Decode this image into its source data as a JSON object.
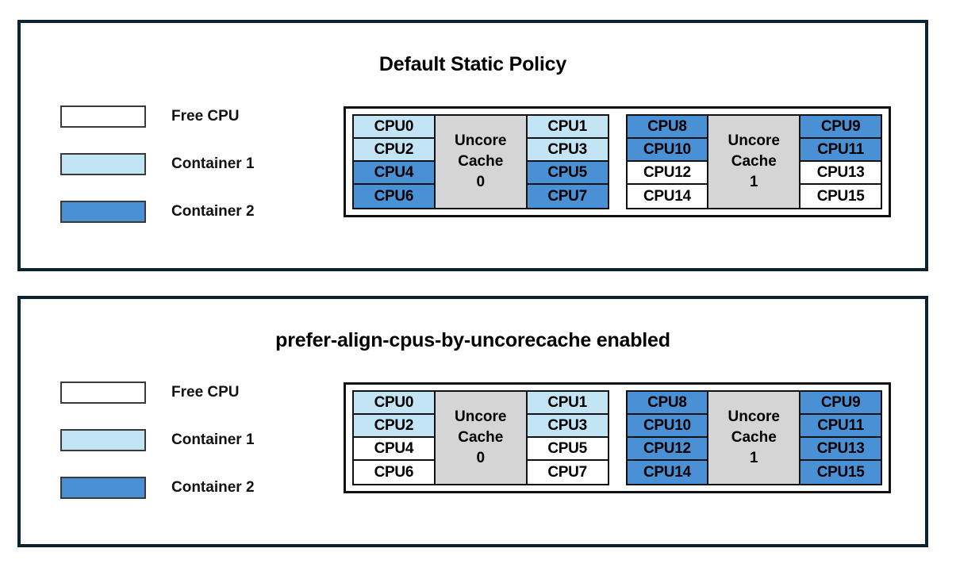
{
  "colors": {
    "free_cpu": "#ffffff",
    "container_1": "#c3e4f4",
    "container_2": "#4a90d4",
    "uncore_cache": "#d5d5d5",
    "border": "#111111",
    "panel_border": "#0b2230"
  },
  "legend": {
    "items": [
      {
        "label": "Free CPU",
        "fill": "free"
      },
      {
        "label": "Container 1",
        "fill": "c1"
      },
      {
        "label": "Container 2",
        "fill": "c2"
      }
    ]
  },
  "panels": [
    {
      "title": "Default Static Policy",
      "groups": [
        {
          "cache_label_line1": "Uncore",
          "cache_label_line2": "Cache",
          "cache_label_line3": "0",
          "left_column": [
            {
              "label": "CPU0",
              "fill": "c1"
            },
            {
              "label": "CPU2",
              "fill": "c1"
            },
            {
              "label": "CPU4",
              "fill": "c2"
            },
            {
              "label": "CPU6",
              "fill": "c2"
            }
          ],
          "right_column": [
            {
              "label": "CPU1",
              "fill": "c1"
            },
            {
              "label": "CPU3",
              "fill": "c1"
            },
            {
              "label": "CPU5",
              "fill": "c2"
            },
            {
              "label": "CPU7",
              "fill": "c2"
            }
          ]
        },
        {
          "cache_label_line1": "Uncore",
          "cache_label_line2": "Cache",
          "cache_label_line3": "1",
          "left_column": [
            {
              "label": "CPU8",
              "fill": "c2"
            },
            {
              "label": "CPU10",
              "fill": "c2"
            },
            {
              "label": "CPU12",
              "fill": "free"
            },
            {
              "label": "CPU14",
              "fill": "free"
            }
          ],
          "right_column": [
            {
              "label": "CPU9",
              "fill": "c2"
            },
            {
              "label": "CPU11",
              "fill": "c2"
            },
            {
              "label": "CPU13",
              "fill": "free"
            },
            {
              "label": "CPU15",
              "fill": "free"
            }
          ]
        }
      ]
    },
    {
      "title": "prefer-align-cpus-by-uncorecache enabled",
      "groups": [
        {
          "cache_label_line1": "Uncore",
          "cache_label_line2": "Cache",
          "cache_label_line3": "0",
          "left_column": [
            {
              "label": "CPU0",
              "fill": "c1"
            },
            {
              "label": "CPU2",
              "fill": "c1"
            },
            {
              "label": "CPU4",
              "fill": "free"
            },
            {
              "label": "CPU6",
              "fill": "free"
            }
          ],
          "right_column": [
            {
              "label": "CPU1",
              "fill": "c1"
            },
            {
              "label": "CPU3",
              "fill": "c1"
            },
            {
              "label": "CPU5",
              "fill": "free"
            },
            {
              "label": "CPU7",
              "fill": "free"
            }
          ]
        },
        {
          "cache_label_line1": "Uncore",
          "cache_label_line2": "Cache",
          "cache_label_line3": "1",
          "left_column": [
            {
              "label": "CPU8",
              "fill": "c2"
            },
            {
              "label": "CPU10",
              "fill": "c2"
            },
            {
              "label": "CPU12",
              "fill": "c2"
            },
            {
              "label": "CPU14",
              "fill": "c2"
            }
          ],
          "right_column": [
            {
              "label": "CPU9",
              "fill": "c2"
            },
            {
              "label": "CPU11",
              "fill": "c2"
            },
            {
              "label": "CPU13",
              "fill": "c2"
            },
            {
              "label": "CPU15",
              "fill": "c2"
            }
          ]
        }
      ]
    }
  ]
}
